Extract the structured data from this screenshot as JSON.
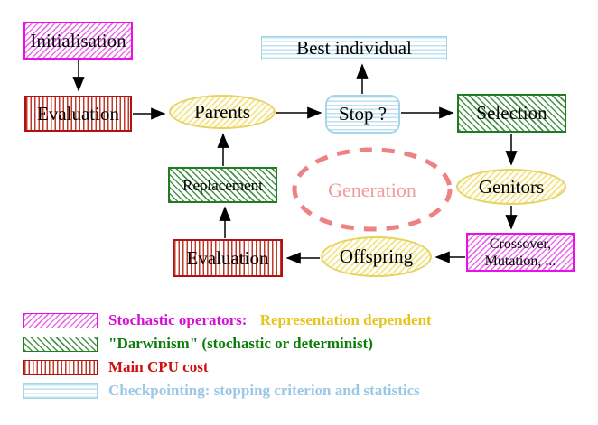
{
  "diagram": {
    "title": "evolutionary-algorithm-cycle",
    "nodes": {
      "initialisation": {
        "label": "Initialisation",
        "style": "stochastic-operator"
      },
      "evaluation_top": {
        "label": "Evaluation",
        "style": "main-cpu-cost"
      },
      "parents": {
        "label": "Parents",
        "style": "population"
      },
      "best_individual": {
        "label": "Best individual",
        "style": "checkpointing"
      },
      "stop": {
        "label": "Stop ?",
        "style": "checkpointing"
      },
      "selection": {
        "label": "Selection",
        "style": "darwinism"
      },
      "genitors": {
        "label": "Genitors",
        "style": "population"
      },
      "crossover_mutation": {
        "line1": "Crossover,",
        "line2": "Mutation, ...",
        "style": "stochastic-operator"
      },
      "offspring": {
        "label": "Offspring",
        "style": "population"
      },
      "evaluation_bottom": {
        "label": "Evaluation",
        "style": "main-cpu-cost"
      },
      "replacement": {
        "label": "Replacement",
        "style": "darwinism"
      },
      "generation": {
        "label": "Generation",
        "style": "dashed-loop"
      }
    },
    "edges": [
      "initialisation->evaluation_top",
      "evaluation_top->parents",
      "parents->stop",
      "stop->best_individual",
      "stop->selection",
      "selection->genitors",
      "genitors->crossover_mutation",
      "crossover_mutation->offspring",
      "offspring->evaluation_bottom",
      "evaluation_bottom->replacement",
      "replacement->parents"
    ],
    "colors": {
      "magenta": "#ea10ea",
      "green": "#1e7d1e",
      "red": "#b01212",
      "cyan": "#a6d4ea",
      "yellow": "#e7d35f",
      "salmon": "#ee8282",
      "text": "#000000"
    }
  },
  "legend": {
    "items": [
      {
        "swatch": "magenta-diagonal-hatch",
        "text1": "Stochastic operators:",
        "color1": "#d511d5",
        "text2": "Representation dependent",
        "color2": "#e7c31d"
      },
      {
        "swatch": "green-diagonal-hatch",
        "text1": "\"Darwinism\" (stochastic or determinist)",
        "color1": "#0a7d0a"
      },
      {
        "swatch": "red-vertical-stripes",
        "text1": "Main CPU cost",
        "color1": "#cc1111"
      },
      {
        "swatch": "cyan-horizontal-stripes",
        "text1": "Checkpointing: stopping criterion and statistics",
        "color1": "#9ac8e6"
      }
    ]
  }
}
